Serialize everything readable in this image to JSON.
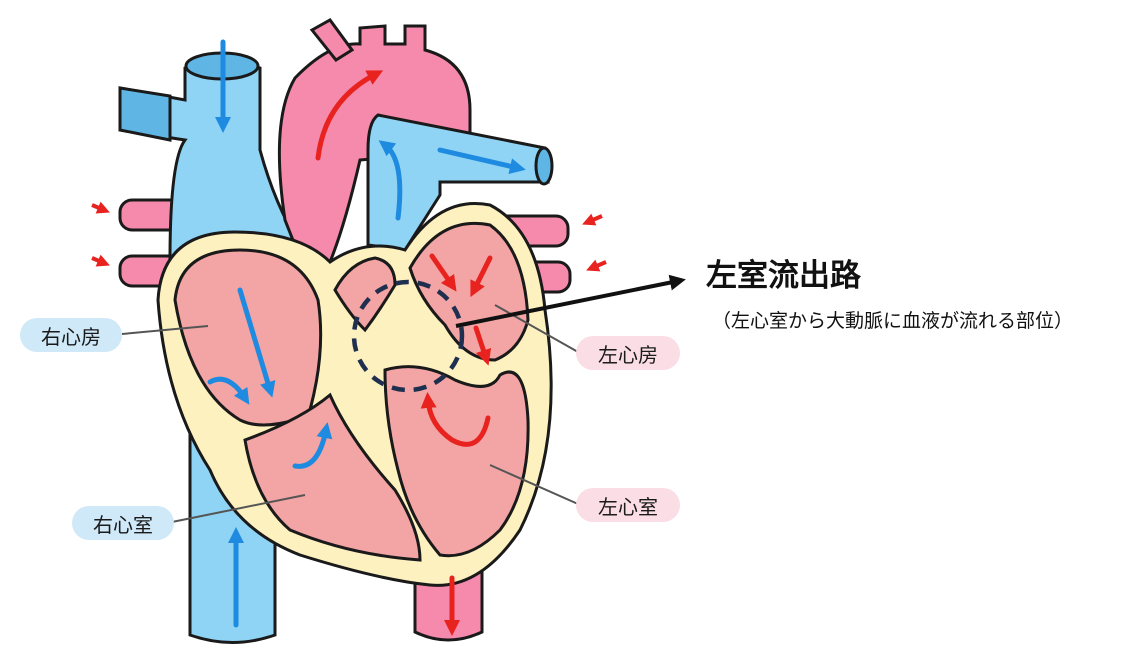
{
  "colors": {
    "vein_blue": "#8fd4f5",
    "vein_blue_dark": "#5fb6e4",
    "artery_pink": "#f58aad",
    "chamber_pink": "#f3a4a4",
    "wall_cream": "#fdf1c0",
    "arrow_blue": "#1e8be0",
    "arrow_red": "#e8231f",
    "outline": "#1a1a1a",
    "highlight_circle": "#1f2f4f"
  },
  "labels": {
    "right_atrium": "右心房",
    "right_ventricle": "右心室",
    "left_atrium": "左心房",
    "left_ventricle": "左心室"
  },
  "callout": {
    "title": "左室流出路",
    "subtitle": "（左心室から大動脈に血液が流れる部位）"
  },
  "icons": {
    "flow_arrow_blue": "arrow-icon",
    "flow_arrow_red": "arrow-icon",
    "pointer_arrow": "arrow-right-icon",
    "highlight": "dashed-circle"
  }
}
